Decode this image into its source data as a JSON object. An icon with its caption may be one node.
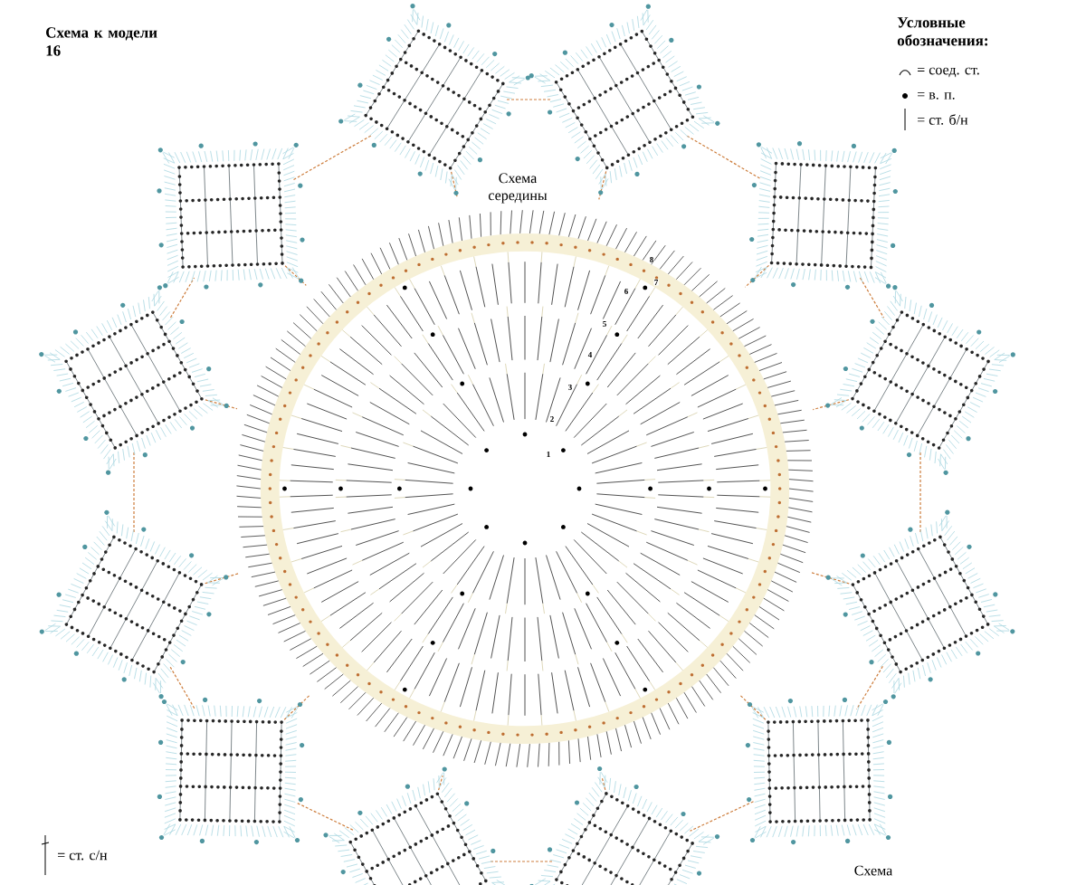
{
  "diagram": {
    "title": "Схема к модели 16",
    "labels": [
      "Условные обозначения:",
      "Схема середины",
      "8",
      "7",
      "6",
      "5",
      "4",
      "3",
      "2",
      "1",
      "Схема"
    ],
    "legend": [
      {
        "text": "= соед. ст."
      },
      {
        "text": "= в. п."
      },
      {
        "text": "= ст. б/н"
      },
      {
        "text": "= ст. с/н"
      }
    ]
  }
}
